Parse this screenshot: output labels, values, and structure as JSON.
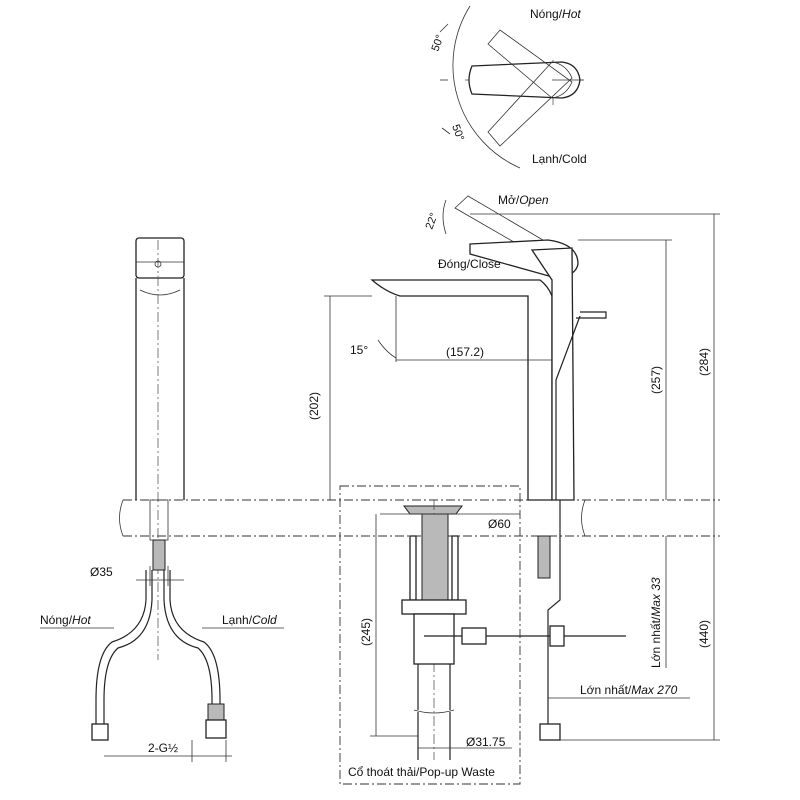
{
  "top_view": {
    "angle_top": "50°",
    "angle_bottom": "50°",
    "hot_label": "Nóng/",
    "hot_label_en": "Hot",
    "cold_label": "Lạnh/Cold"
  },
  "side_view": {
    "open_label": "Mở/",
    "open_label_en": "Open",
    "close_label": "Đóng/Close",
    "lever_angle": "22°",
    "spout_angle": "15°",
    "reach": "(157.2)",
    "height_202": "(202)",
    "height_257": "(257)",
    "height_284": "(284)",
    "height_440": "(440)",
    "height_245": "(245)",
    "max_33_prefix": "Lớn nhất/",
    "max_33_value": "Max 33",
    "max_270_prefix": "Lớn nhất/",
    "max_270_value": "Max 270",
    "dia_60": "Ø60",
    "dia_3175": "Ø31.75",
    "waste_label": "Cổ thoát thải/Pop-up Waste"
  },
  "front_view": {
    "dia_35": "Ø35",
    "hot_label": "Nóng/",
    "hot_label_en": "Hot",
    "cold_label": "Lạnh/",
    "cold_label_en": "Cold",
    "thread": "2-G½"
  }
}
